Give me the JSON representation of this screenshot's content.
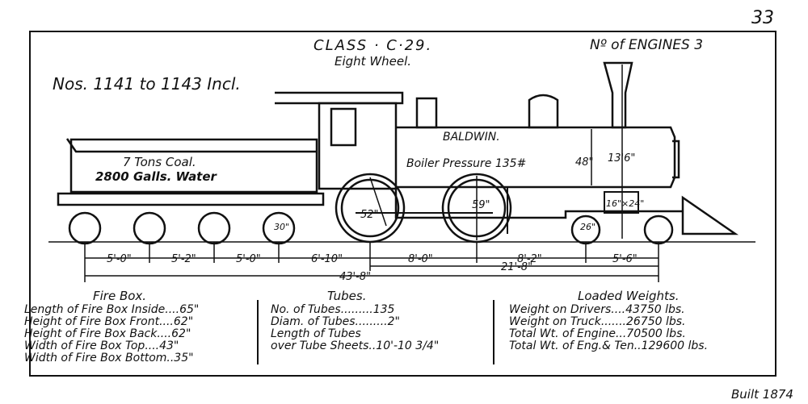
{
  "page_number": "33",
  "class_label": "CLASS · C·29.",
  "wheel_type": "Eight Wheel.",
  "engines_count_label": "Nº of ENGINES  3",
  "numbers_label": "Nos. 1141 to 1143 Incl.",
  "tender": {
    "coal": "7 Tons Coal.",
    "water": "2800 Galls. Water"
  },
  "builder": "BALDWIN.",
  "boiler_pressure": "Boiler Pressure 135#",
  "dims": {
    "boiler_dia": "48\"",
    "stack_height": "13'6\"",
    "cylinder": "16\"×24\"",
    "driver_dia_1": "52\"",
    "driver_dia_2": "59\"",
    "tender_wheel_dia": "30\"",
    "truck_wheel_dia": "26\"",
    "spacing": [
      "5'-0\"",
      "5'-2\"",
      "5'-0\"",
      "6'-10\"",
      "8'-0\"",
      "8'-2\"",
      "5'-6\""
    ],
    "wheelbase_engine": "21'-8\"",
    "wheelbase_total": "43'-8\""
  },
  "fire_box": {
    "heading": "Fire Box.",
    "rows": [
      "Length of Fire Box Inside....65\"",
      "Height of Fire Box Front....62\"",
      "Height of Fire Box Back....62\"",
      "Width of Fire Box Top....43\"",
      "Width of Fire Box Bottom..35\""
    ]
  },
  "tubes": {
    "heading": "Tubes.",
    "rows": [
      "No. of Tubes.........135",
      "Diam. of Tubes.........2\"",
      "Length of Tubes",
      "over Tube Sheets..10'-10 3/4\""
    ]
  },
  "loaded_weights": {
    "heading": "Loaded Weights.",
    "rows": [
      "Weight on Drivers....43750 lbs.",
      "Weight on Truck.......26750 lbs.",
      "Total Wt. of Engine...70500 lbs.",
      "Total Wt. of Eng.& Ten..129600 lbs."
    ]
  },
  "built": "Built 1874"
}
